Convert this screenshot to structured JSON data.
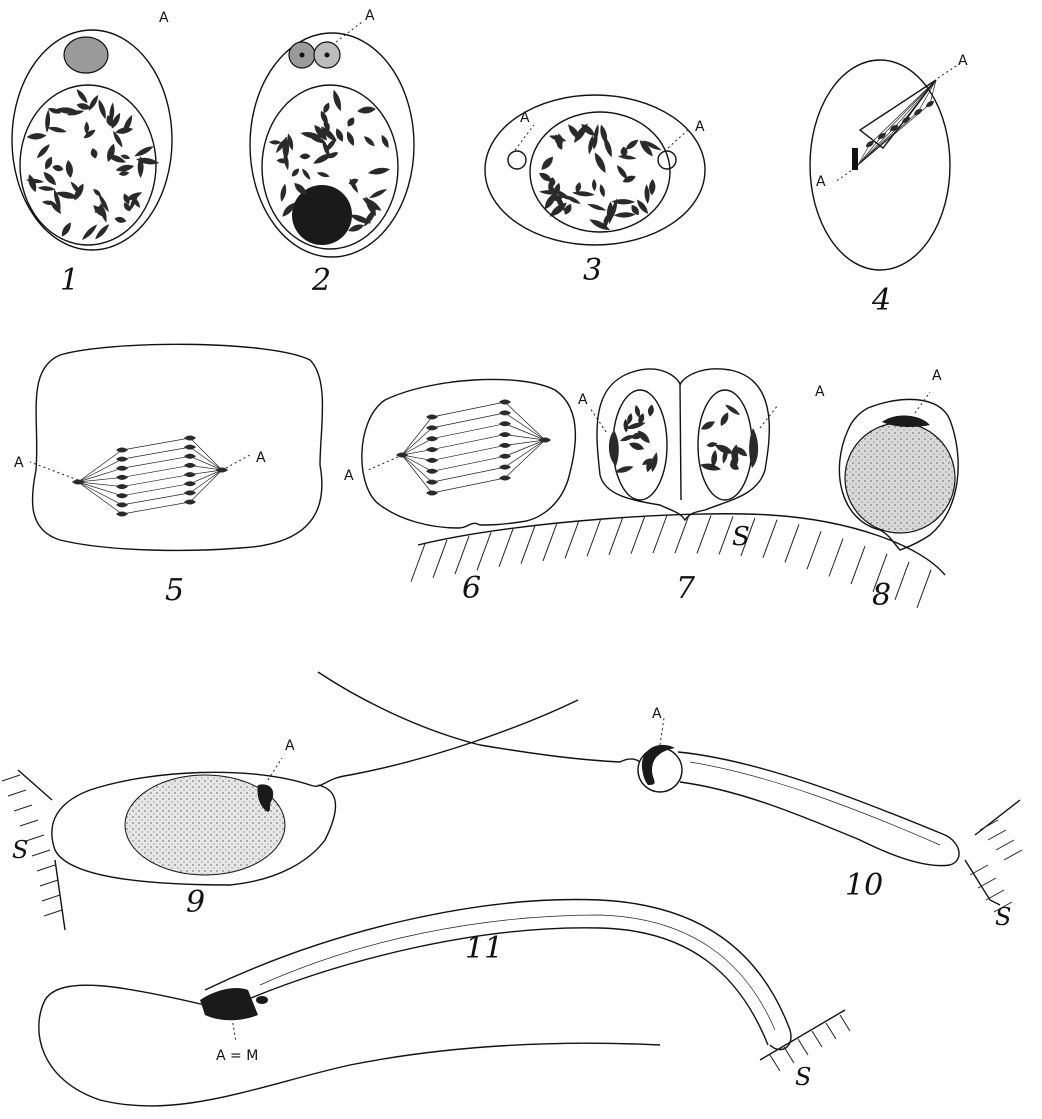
{
  "figure": {
    "markers": {
      "A": "A",
      "S": "S",
      "A_eq_M": "A = M"
    },
    "figure_numbers": [
      "1",
      "2",
      "3",
      "4",
      "5",
      "6",
      "7",
      "8",
      "9",
      "10",
      "11"
    ]
  }
}
